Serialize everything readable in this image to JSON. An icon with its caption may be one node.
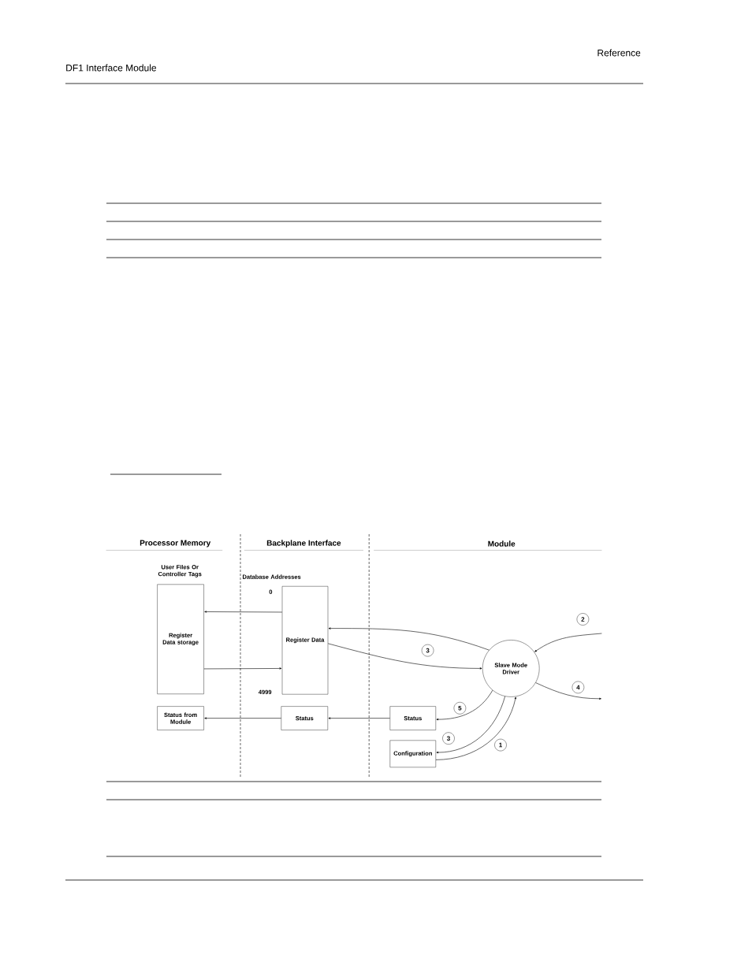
{
  "diagram": {
    "nodes": [
      {
        "text": [
          "Register Data storage"
        ],
        "beside": [
          "User Files Or Controller Tags"
        ]
      },
      {
        "text": [
          "Register Data"
        ],
        "beside": [
          "Database Addresses",
          "0",
          "4999"
        ]
      },
      {
        "text": [
          "Status from Module"
        ]
      },
      {
        "text": [
          "Status"
        ]
      },
      {
        "text": [
          "Slave Mode Driver"
        ]
      },
      {
        "text": [
          "Status"
        ]
      },
      {
        "text": [
          "Configuration"
        ]
      }
    ],
    "edges": [
      {
        "from": 1,
        "to": 0,
        "arrow": "to"
      },
      {
        "from": 0,
        "to": 1,
        "arrow": "to"
      },
      {
        "from": 3,
        "to": 2,
        "arrow": "to"
      },
      {
        "from": 5,
        "to": 3,
        "arrow": "to"
      },
      {
        "from": 4,
        "to": 1,
        "arrow": "to"
      },
      {
        "from": 1,
        "to": 4,
        "arrow": "to",
        "label": "3"
      },
      {
        "from": null,
        "to": 4,
        "arrow": "to",
        "label": "2"
      },
      {
        "from": 4,
        "to": null,
        "arrow": "to",
        "label": "4"
      },
      {
        "from": 4,
        "to": 5,
        "arrow": "to",
        "label": "5"
      },
      {
        "from": 4,
        "to": 6,
        "arrow": "to",
        "label": "3"
      },
      {
        "from": 6,
        "to": 4,
        "arrow": "to",
        "label": "1"
      }
    ],
    "labels": [
      "Reference",
      "DF1 Interface Module",
      "Processor Memory",
      "Backplane Interface",
      "Module"
    ]
  }
}
